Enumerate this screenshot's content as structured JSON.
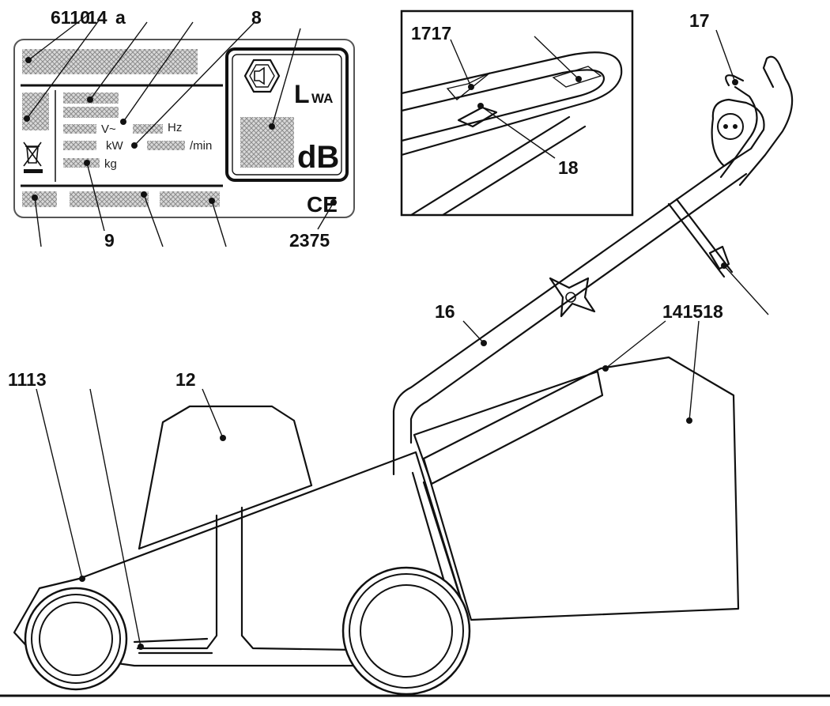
{
  "colors": {
    "ink": "#111111",
    "paper": "#ffffff",
    "hatch": "#9a9a9a"
  },
  "rating_plate": {
    "voltage_unit": "V~",
    "frequency_unit": "Hz",
    "power_unit": "kW",
    "speed_unit": "/min",
    "mass_unit": "kg",
    "sound_label_main": "L",
    "sound_label_sub": "WA",
    "sound_unit": "dB",
    "ce_mark": "CE",
    "icons": [
      "weee-bin-icon",
      "ear-protection-icon"
    ]
  },
  "callouts": {
    "plate_top_left": "6110",
    "plate_top_overlap": "14",
    "plate_top_suffix": "a",
    "plate_8": "8",
    "plate_9": "9",
    "plate_2375": "2375",
    "inset_1717": "1717",
    "inset_18": "18",
    "handle_17": "17",
    "bar_16": "16",
    "bag_141518": "141518",
    "deck_1113": "1113",
    "motor_12": "12"
  }
}
